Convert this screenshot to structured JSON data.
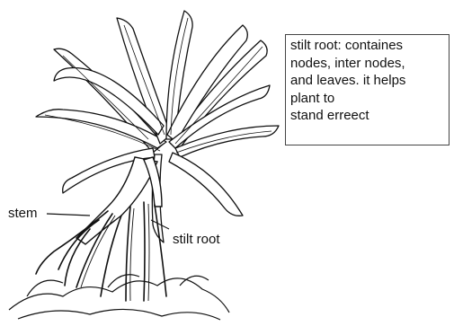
{
  "labels": {
    "stem": "stem",
    "stilt_root": "stilt root"
  },
  "description": {
    "lines": [
      "stilt root: containes",
      "nodes, inter nodes,",
      "and leaves. it helps",
      "plant to",
      "stand erreect"
    ]
  }
}
